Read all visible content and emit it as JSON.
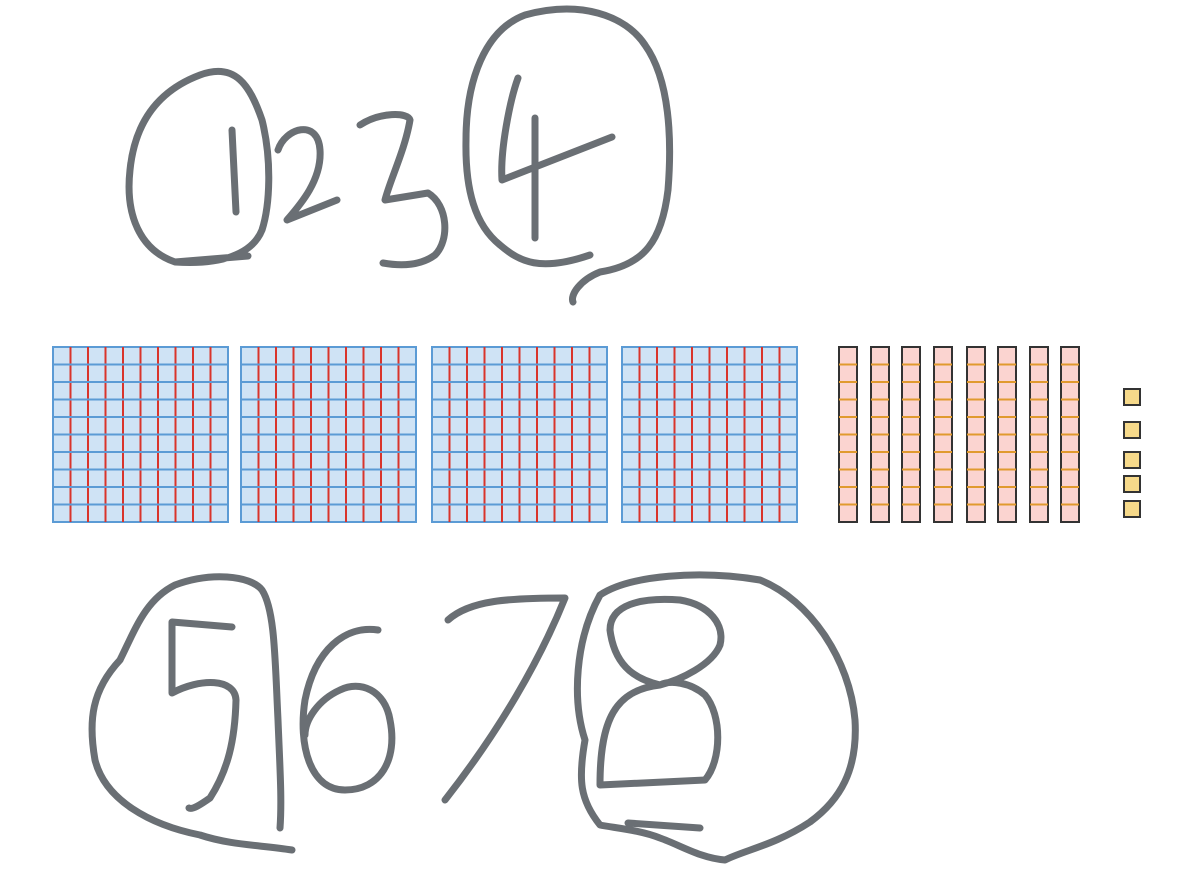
{
  "whiteboard": {
    "top_digits": [
      "1",
      "2",
      "3",
      "4"
    ],
    "bottom_digits": [
      "5",
      "6",
      "7",
      "8"
    ],
    "circled_digits": [
      "1",
      "4",
      "5",
      "8"
    ],
    "ink_color": "#6a6f74"
  },
  "base_ten_blocks": {
    "hundreds": {
      "count": 4,
      "fill": "#cfe3f5",
      "border": "#5b9bd5",
      "row_lines": "#5b9bd5",
      "col_lines": "#d9342b"
    },
    "tens": {
      "count": 8,
      "fill": "#fbd4d0",
      "border": "#333333",
      "divider": "#e09a2e"
    },
    "ones": {
      "count": 5,
      "fill": "#f6d98a",
      "border": "#333333"
    }
  }
}
